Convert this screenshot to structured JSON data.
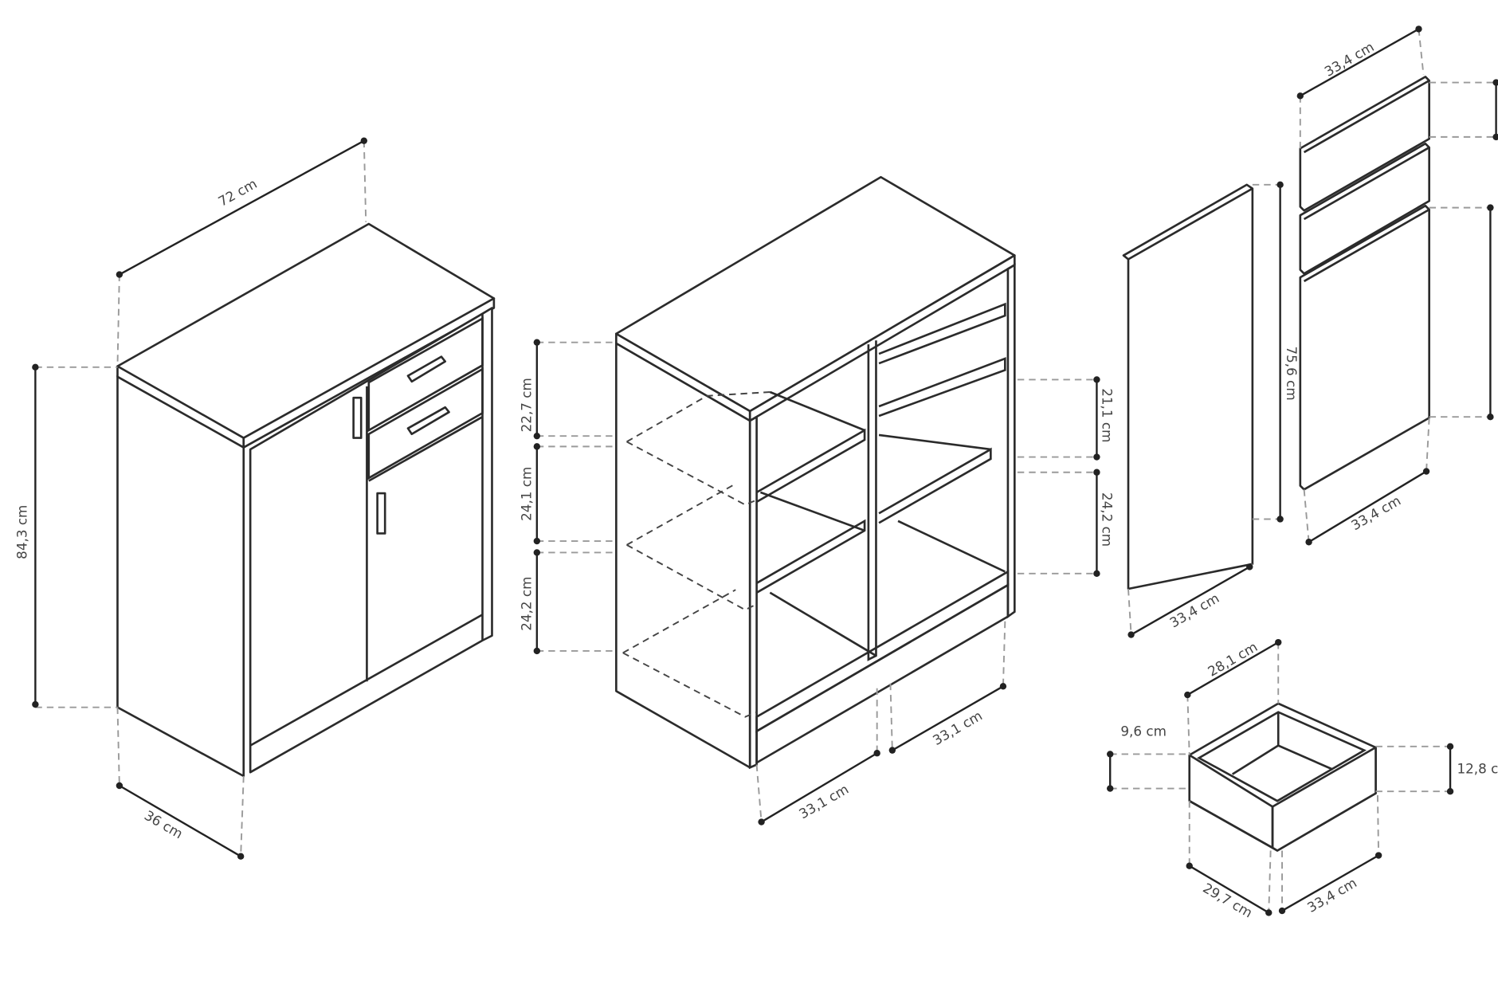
{
  "labels": {
    "sideboard_width": "72 cm",
    "sideboard_height": "84,3 cm",
    "sideboard_depth": "36 cm",
    "left_shelf_1": "22,7 cm",
    "left_shelf_2": "24,1 cm",
    "left_shelf_3": "24,2 cm",
    "right_shelf_1": "21,1 cm",
    "right_shelf_2": "24,2 cm",
    "compartment_left_width": "33,1 cm",
    "compartment_right_width": "33,1 cm",
    "door_panel_height": "75,6 cm",
    "door_panel_width": "33,4 cm",
    "fronts_top_width": "33,4 cm",
    "fronts_bottom_width": "33,4 cm",
    "drawer_inner_width": "28,1 cm",
    "drawer_inner_height": "9,6 cm",
    "drawer_front_height": "12,8 c",
    "drawer_depth": "29,7 cm",
    "drawer_front_width": "33,4 cm"
  }
}
